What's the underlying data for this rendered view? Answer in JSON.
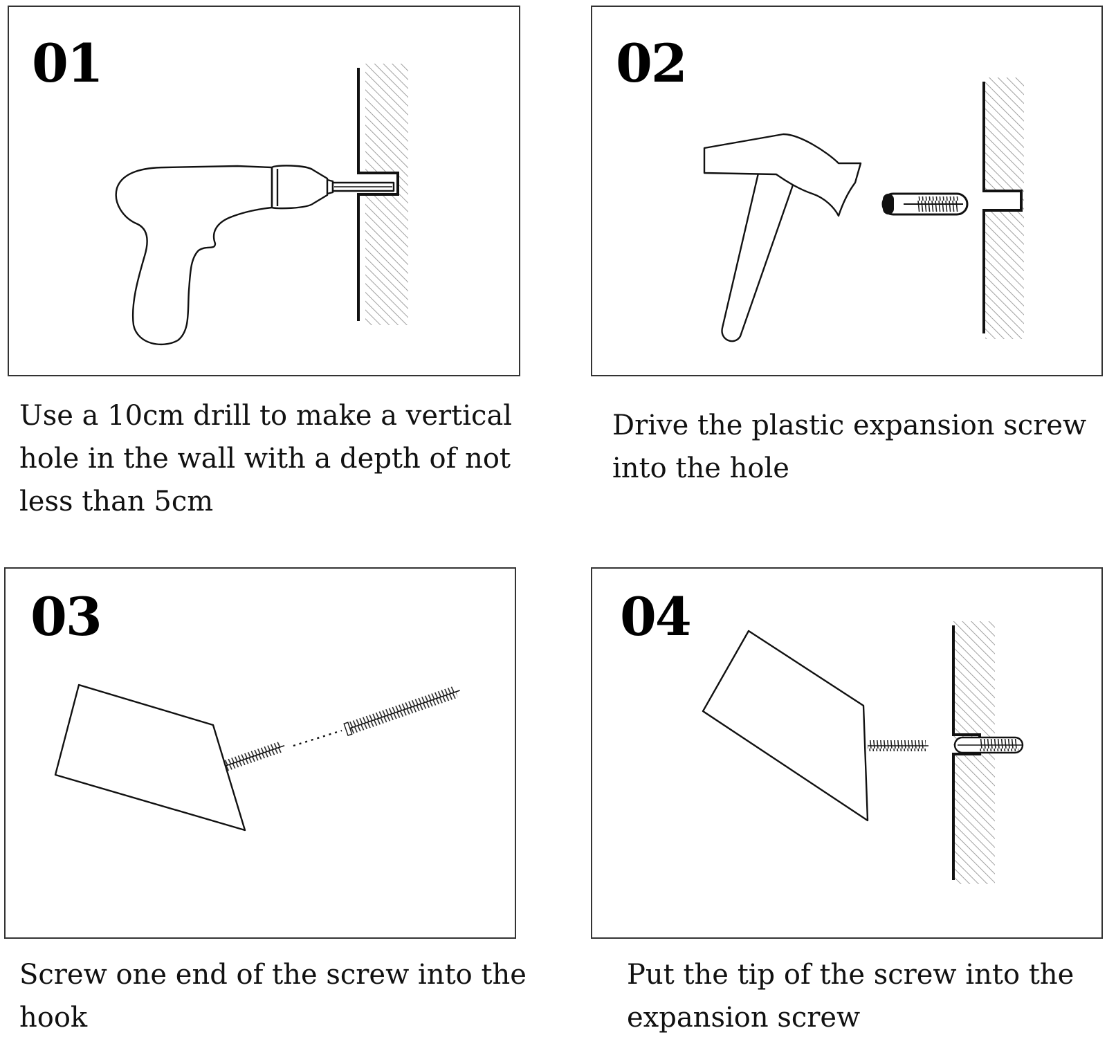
{
  "steps": [
    {
      "number": "01",
      "caption": "Use a 10cm drill to make a vertical hole in the wall with a depth of not less than 5cm"
    },
    {
      "number": "02",
      "caption": "Drive the plastic expansion screw into the hole"
    },
    {
      "number": "03",
      "caption": "Screw one end of the screw into the hook"
    },
    {
      "number": "04",
      "caption": "Put the tip of the screw into the expansion screw"
    }
  ],
  "colors": {
    "line": "#111111",
    "hatch": "#9a9a9a",
    "border": "#333333",
    "background": "#ffffff"
  },
  "icons": [
    "drill-icon",
    "wall-icon",
    "hammer-icon",
    "anchor-icon",
    "hook-icon",
    "screw-icon"
  ]
}
